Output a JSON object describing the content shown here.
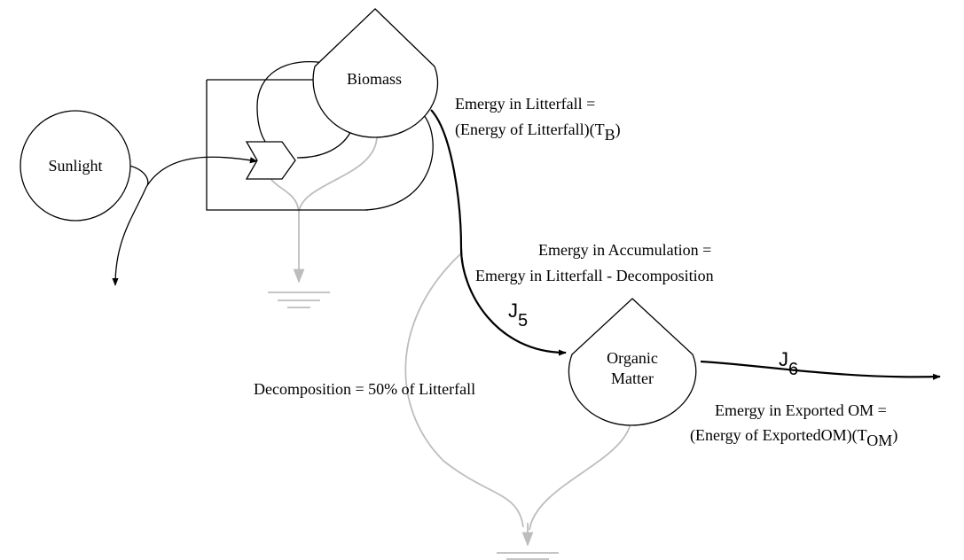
{
  "nodes": {
    "sunlight": "Sunlight",
    "biomass": "Biomass",
    "organic_matter": [
      "Organic",
      "Matter"
    ]
  },
  "flows": {
    "j5": {
      "main": "J",
      "sub": "5"
    },
    "j6": {
      "main": "J",
      "sub": "6"
    }
  },
  "equations": {
    "litterfall": {
      "line1": "Emergy in Litterfall =",
      "line2_pre": "(Energy of Litterfall)(T",
      "line2_sub": "B",
      "line2_post": ")"
    },
    "accumulation": {
      "line1": "Emergy in Accumulation =",
      "line2": "Emergy in Litterfall - Decomposition"
    },
    "decomposition": "Decomposition = 50% of Litterfall",
    "exported": {
      "line1": "Emergy in Exported OM =",
      "line2_pre": "(Energy of ExportedOM)(T",
      "line2_sub": "OM",
      "line2_post": ")"
    }
  },
  "colors": {
    "ink": "#000000",
    "heat_sink_lines": "#bdbdbd"
  }
}
